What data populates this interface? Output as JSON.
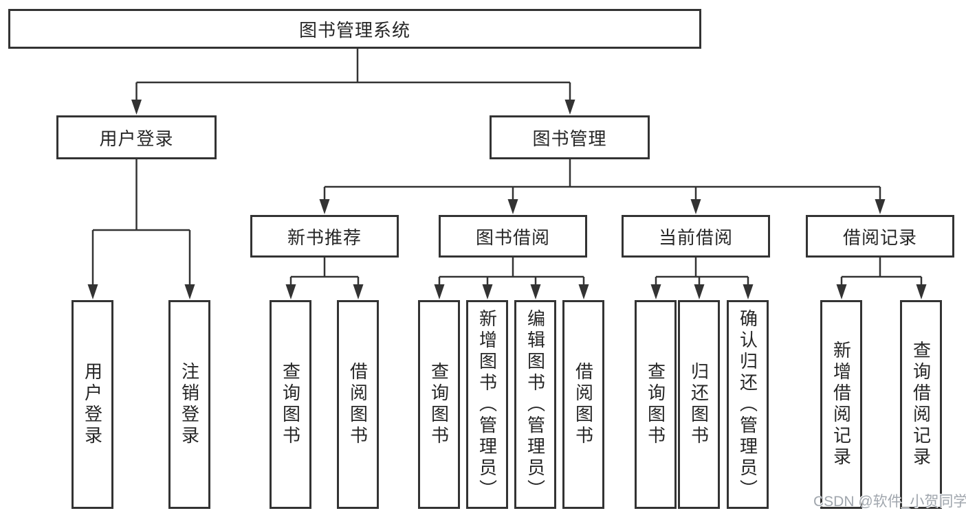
{
  "watermark": "CSDN @软件_小贺同学",
  "colors": {
    "line": "#333333",
    "box_border": "#333333",
    "text": "#262626",
    "watermark_text": "#a0a6ad",
    "background": "#ffffff"
  },
  "tree": {
    "root": {
      "label": "图书管理系统"
    },
    "children": [
      {
        "label": "用户登录",
        "children": [
          {
            "label": "用户登录"
          },
          {
            "label": "注销登录"
          }
        ]
      },
      {
        "label": "图书管理",
        "children": [
          {
            "label": "新书推荐",
            "children": [
              {
                "label": "查询图书"
              },
              {
                "label": "借阅图书"
              }
            ]
          },
          {
            "label": "图书借阅",
            "children": [
              {
                "label": "查询图书"
              },
              {
                "label": "新增图书（管理员）"
              },
              {
                "label": "编辑图书（管理员）"
              },
              {
                "label": "借阅图书"
              }
            ]
          },
          {
            "label": "当前借阅",
            "children": [
              {
                "label": "查询图书"
              },
              {
                "label": "归还图书"
              },
              {
                "label": "确认归还（管理员）"
              }
            ]
          },
          {
            "label": "借阅记录",
            "children": [
              {
                "label": "新增借阅记录"
              },
              {
                "label": "查询借阅记录"
              }
            ]
          }
        ]
      }
    ]
  }
}
